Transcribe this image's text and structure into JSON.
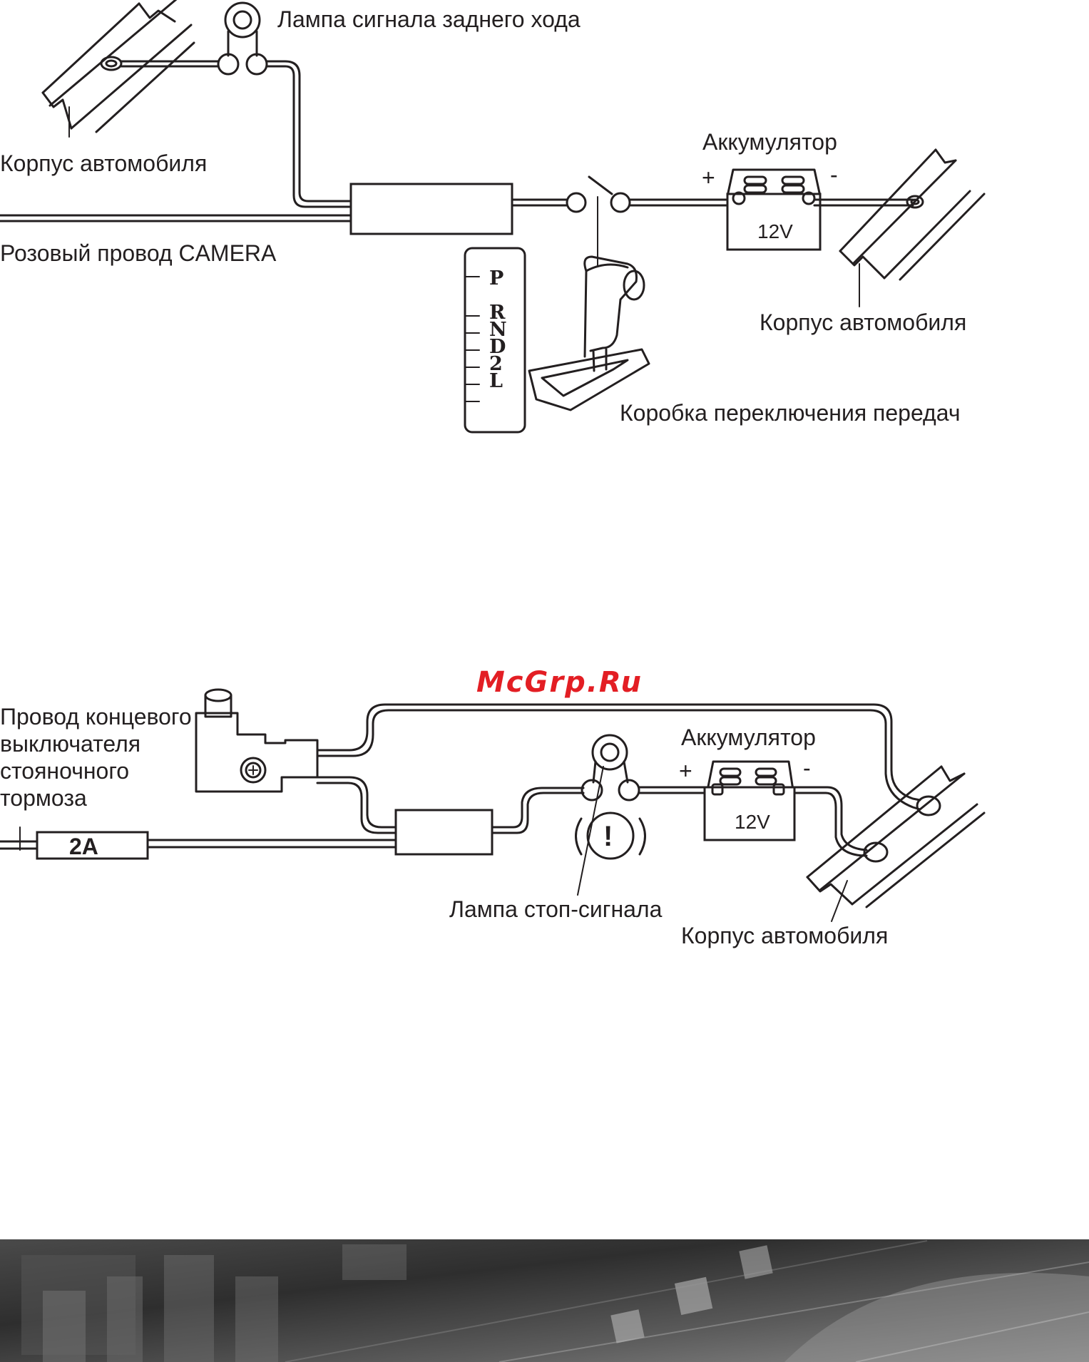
{
  "diagram1": {
    "reverse_lamp_label": "Лампа сигнала заднего хода",
    "car_body_left_label": "Корпус автомобиля",
    "pink_wire_label": "Розовый провод CAMERA",
    "battery_label": "Аккумулятор",
    "battery_voltage": "12V",
    "plus_sign": "+",
    "minus_sign": "-",
    "car_body_right_label": "Корпус автомобиля",
    "gearbox_label": "Коробка переключения передач",
    "gears": [
      "P",
      "R",
      "N",
      "D",
      "2",
      "L"
    ]
  },
  "diagram2": {
    "watermark": "McGrp.Ru",
    "parking_brake_label_lines": [
      "Провод концевого",
      "выключателя",
      "стояночного",
      "тормоза"
    ],
    "fuse_label": "2A",
    "battery_label": "Аккумулятор",
    "battery_voltage": "12V",
    "plus_sign": "+",
    "minus_sign": "-",
    "brake_lamp_label": "Лампа стоп-сигнала",
    "car_body_label": "Корпус автомобиля",
    "warning_symbol": "!"
  },
  "footer": {
    "colors": {
      "dark": "#3a3a3a",
      "mid": "#6e6e6e",
      "light": "#a8a8a8"
    }
  }
}
